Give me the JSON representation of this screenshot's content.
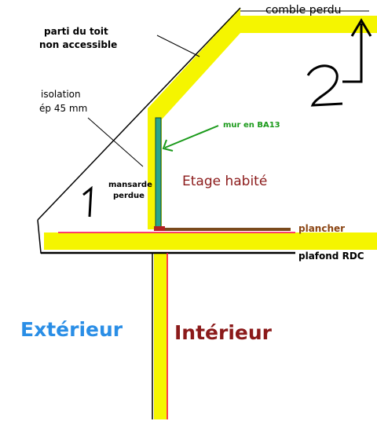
{
  "labels": {
    "comble": "comble perdu",
    "toit": [
      "parti du toit",
      "non accessible"
    ],
    "isolation": [
      "isolation",
      "ép 45 mm"
    ],
    "mur": "mur en BA13",
    "mansarde": [
      "mansarde",
      "perdue"
    ],
    "etage": "Etage habité",
    "plancher": "plancher",
    "plafond": "plafond RDC",
    "exterieur": "Extérieur",
    "interieur": "Intérieur",
    "num1": "1",
    "num2": "2"
  },
  "colors": {
    "insulation": "#f5f500",
    "line": "#000000",
    "pink": "#ff0066",
    "floor": "#7a4a1c",
    "wall": "#2aa58a",
    "green_label": "#1a9a1a",
    "brown_text": "#8b1a1a",
    "blue_text": "#2a8ee6",
    "plancher_text": "#8b4513"
  }
}
